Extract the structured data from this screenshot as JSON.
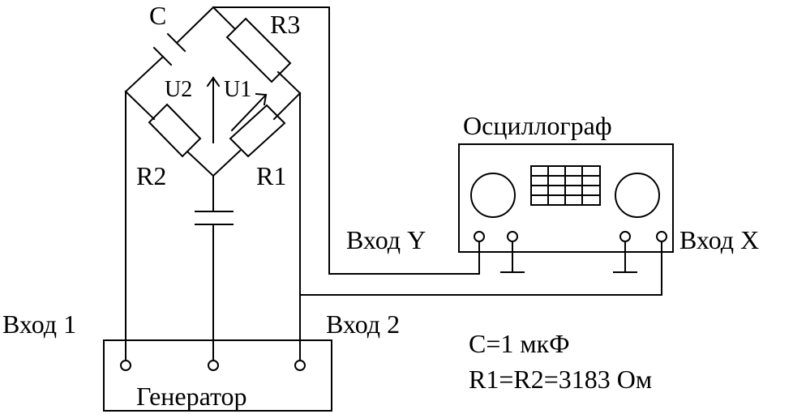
{
  "components": {
    "capacitor_label": "C",
    "r3_label": "R3",
    "u2_label": "U2",
    "u1_label": "U1",
    "r2_label": "R2",
    "r1_label": "R1"
  },
  "oscilloscope": {
    "title": "Осциллограф",
    "input_y": "Вход Y",
    "input_x": "Вход X"
  },
  "generator": {
    "title": "Генератор",
    "input_1": "Вход 1",
    "input_2": "Вход 2"
  },
  "parameters": {
    "capacitance": "C=1 мкФ",
    "resistance": "R1=R2=3183 Ом"
  }
}
